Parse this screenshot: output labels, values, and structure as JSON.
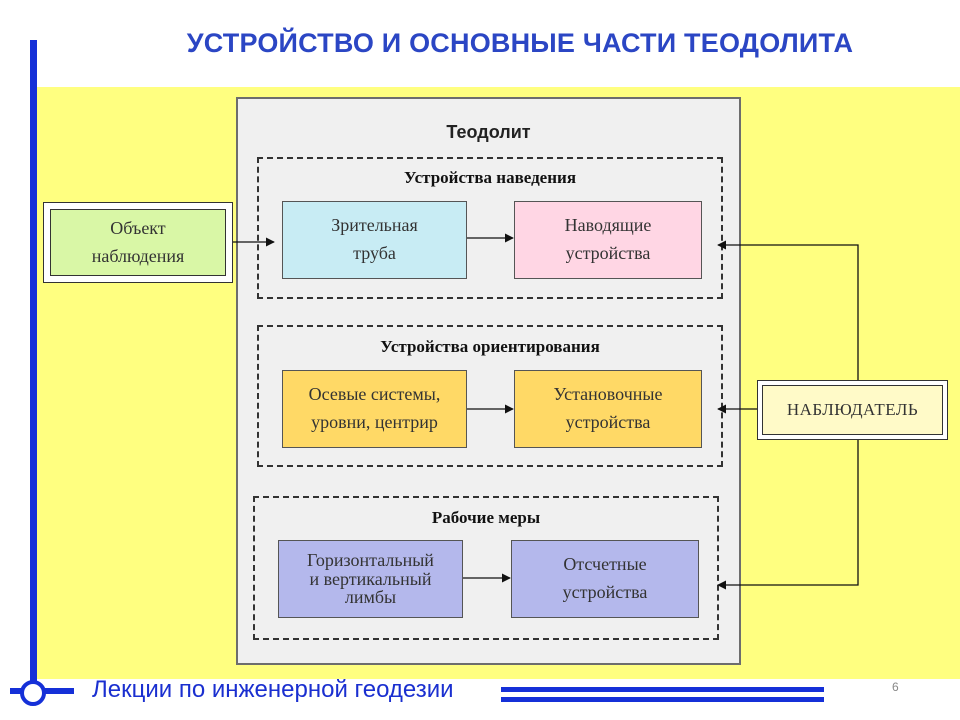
{
  "slide": {
    "title": "УСТРОЙСТВО И ОСНОВНЫЕ ЧАСТИ ТЕОДОЛИТА",
    "footer": "Лекции по инженерной геодезии",
    "page_number": "6"
  },
  "diagram": {
    "main_title": "Теодолит",
    "object": "Объект\nнаблюдения",
    "observer": "НАБЛЮДАТЕЛЬ",
    "groups": [
      {
        "title": "Устройства наведения",
        "left": "Зрительная\nтруба",
        "right": "Наводящие\nустройства"
      },
      {
        "title": "Устройства ориентирования",
        "left": "Осевые системы,\nуровни, центрир",
        "right": "Установочные\nустройства"
      },
      {
        "title": "Рабочие меры",
        "left": "Горизонтальный\nи вертикальный\nлимбы",
        "right": "Отсчетные\nустройства"
      }
    ]
  },
  "colors": {
    "title_blue": "#2b46c4",
    "accent_blue": "#1530d8",
    "background_yellow": "#ffff80",
    "panel_gray": "#f0f0f0",
    "object_green": "#d9f7a6",
    "aiming_cyan": "#c8ecf4",
    "aiming_pink": "#ffd6e4",
    "orientation_gold": "#ffd966",
    "measures_lavender": "#b4b8ec",
    "observer_cream": "#fffac8"
  }
}
